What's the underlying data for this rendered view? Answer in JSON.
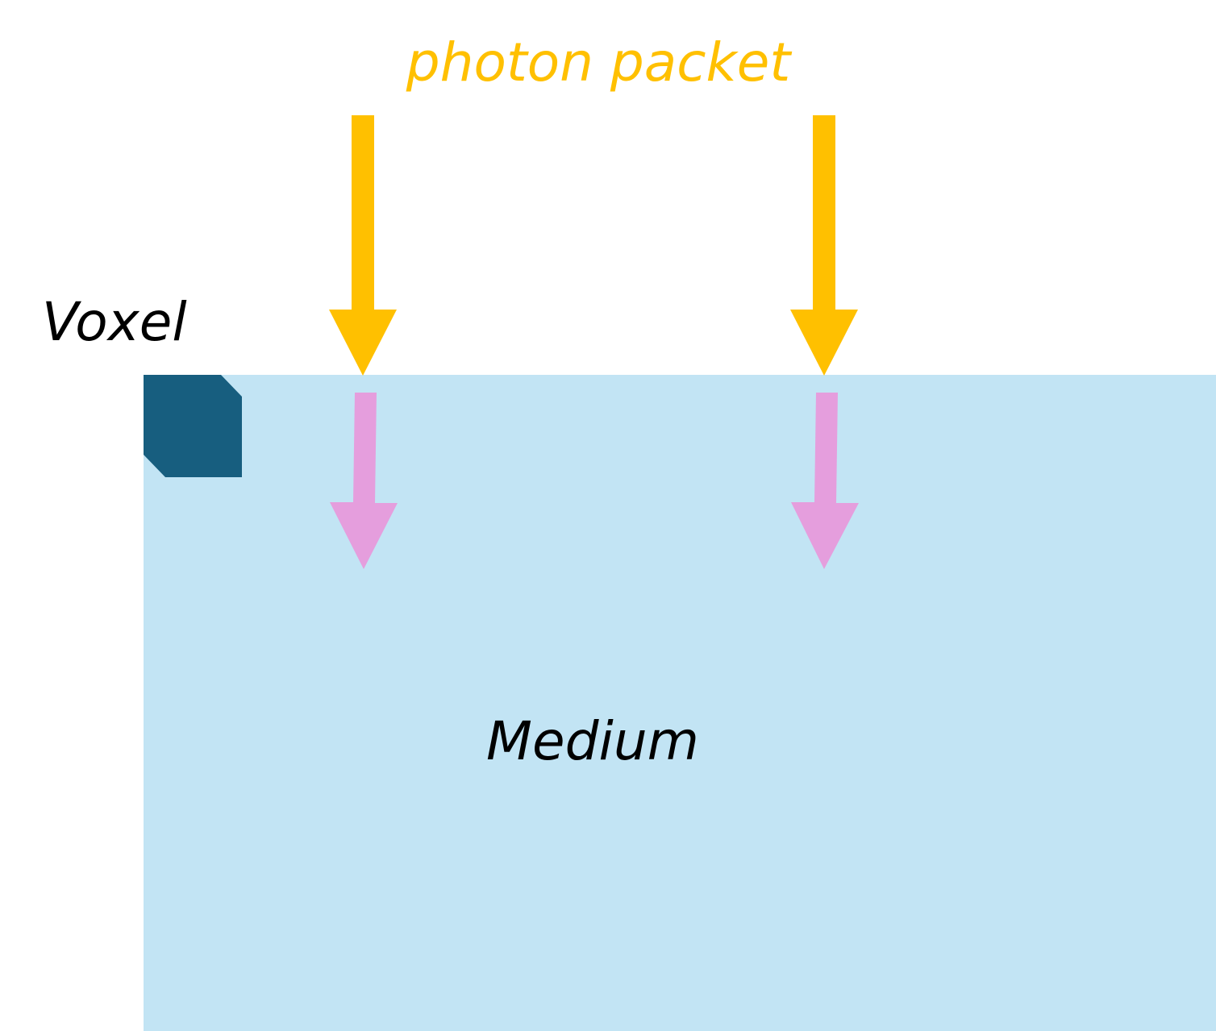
{
  "labels": {
    "photon_packet": "photon packet",
    "voxel": "Voxel",
    "medium": "Medium"
  },
  "colors": {
    "photon": "#FFC000",
    "transmitted": "#E59EDD",
    "medium": "#C2E4F4",
    "voxel": "#175E7F",
    "text": "#000000"
  }
}
